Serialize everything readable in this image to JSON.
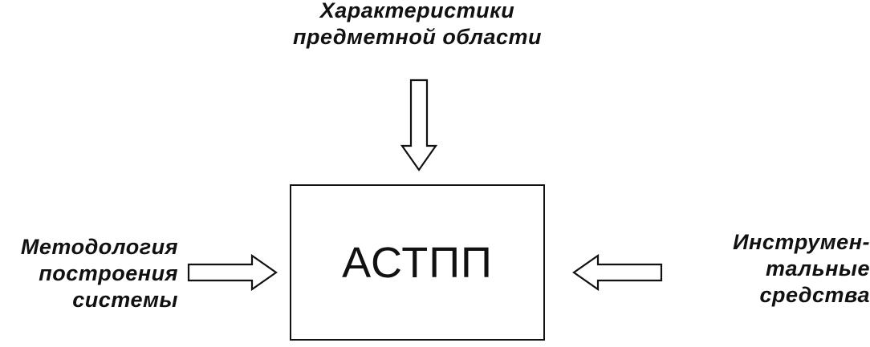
{
  "inputs": {
    "top": {
      "lines": [
        "Характеристики",
        "предметной области"
      ]
    },
    "left": {
      "lines": [
        "Методология",
        "построения",
        "системы"
      ]
    },
    "right": {
      "lines": [
        "Инструмен-",
        "тальные",
        "средства"
      ]
    }
  },
  "center": {
    "title": "АСТПП"
  },
  "colors": {
    "stroke": "#111111",
    "background": "#ffffff"
  },
  "icons": [
    "arrow-down-icon",
    "arrow-right-icon",
    "arrow-left-icon"
  ]
}
